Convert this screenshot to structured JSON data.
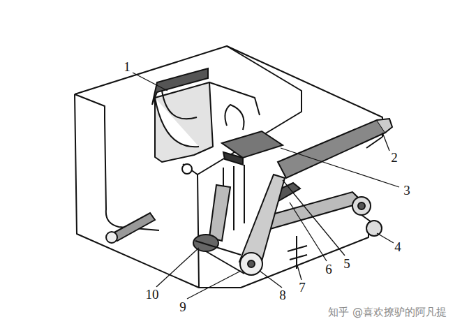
{
  "diagram": {
    "labels": [
      "1",
      "2",
      "3",
      "4",
      "5",
      "6",
      "7",
      "8",
      "9",
      "10",
      "知乎 @喜欢撩驴的阿凡提"
    ]
  }
}
